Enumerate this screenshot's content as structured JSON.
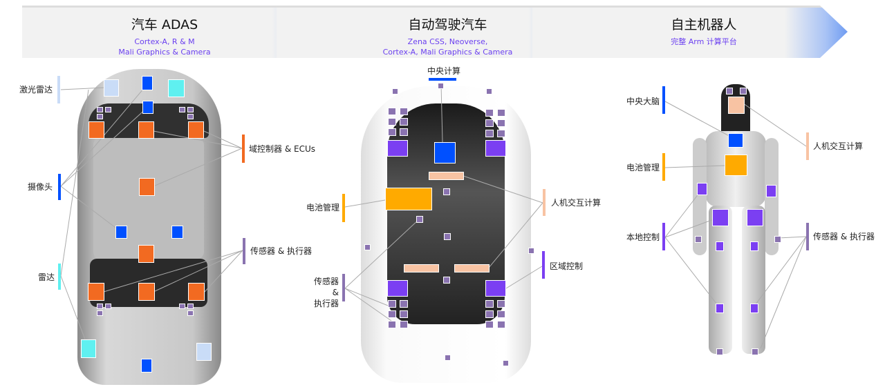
{
  "stages": [
    {
      "title": "汽车 ADAS",
      "subtitle": "Cortex-A, R & M\nMali Graphics & Camera"
    },
    {
      "title": "自动驾驶汽车",
      "subtitle": "Zena CSS, Neoverse,\nCortex-A, Mali Graphics & Camera"
    },
    {
      "title": "自主机器人",
      "subtitle": "完整 Arm 计算平台"
    }
  ],
  "adas": {
    "lidar": "激光雷达",
    "camera": "摄像头",
    "radar": "雷达",
    "domain": "域控制器 & ECUs",
    "sensors": "传感器 & 执行器"
  },
  "av": {
    "central": "中央计算",
    "battery": "电池管理",
    "hmi": "人机交互计算",
    "zone": "区域控制",
    "sensors": "传感器 &\n执行器"
  },
  "robot": {
    "brain": "中央大脑",
    "battery": "电池管理",
    "local": "本地控制",
    "hmi": "人机交互计算",
    "sensors": "传感器 & 执行器"
  },
  "colors": {
    "orange": "#f26a21",
    "blue": "#0050ff",
    "lightblue": "#c9dcf7",
    "cyan": "#5ff0f0",
    "purple": "#7b3ff2",
    "smallpurple": "#8a73b0",
    "peach": "#f8c3a3",
    "amber": "#ffaa00"
  }
}
